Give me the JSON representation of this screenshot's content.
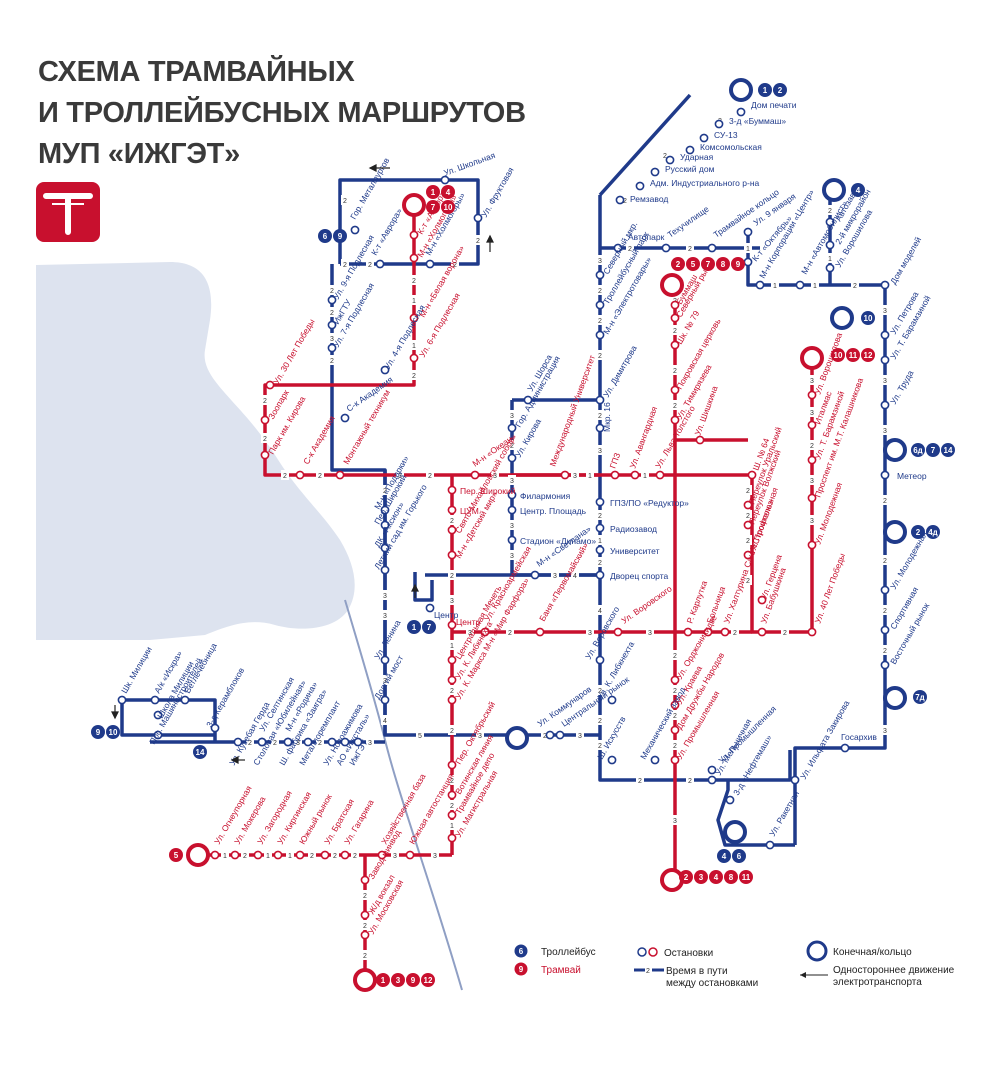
{
  "title": {
    "line1": "СХЕМА ТРАМВАЙНЫХ",
    "line2": "И ТРОЛЛЕЙБУСНЫХ МАРШРУТОВ",
    "line3": "МУП «ИЖГЭТ»"
  },
  "colors": {
    "trolleybus": "#1f3a8a",
    "tram": "#c8102e",
    "water": "#dde3ef",
    "rail": "#8f9fc4"
  },
  "logo": {
    "letter": "T"
  },
  "stops": [
    {
      "name": "Дом печати",
      "type": "blue"
    },
    {
      "name": "3-д «Буммаш»",
      "type": "blue"
    },
    {
      "name": "СУ-13",
      "type": "blue"
    },
    {
      "name": "Комсомольская",
      "type": "blue"
    },
    {
      "name": "Ударная",
      "type": "blue"
    },
    {
      "name": "Русский дом",
      "type": "blue"
    },
    {
      "name": "Адм. Индустриального р-на",
      "type": "blue"
    },
    {
      "name": "Ремзавод",
      "type": "blue"
    },
    {
      "name": "Автопарк",
      "type": "blue"
    },
    {
      "name": "Техучилище",
      "type": "blue"
    },
    {
      "name": "Трамвайное кольцо",
      "type": "blue"
    },
    {
      "name": "Ул. 9 января",
      "type": "blue"
    },
    {
      "name": "К-т «Октябрь»",
      "type": "blue"
    },
    {
      "name": "М-н Корпорации «Центр»",
      "type": "blue"
    },
    {
      "name": "М-н «Автомобилист»",
      "type": "blue"
    },
    {
      "name": "Автозавод",
      "type": "blue"
    },
    {
      "name": "2-й микрорайон",
      "type": "blue"
    },
    {
      "name": "Ул. Ворошилова",
      "type": "blue"
    },
    {
      "name": "Дом моделей",
      "type": "blue"
    },
    {
      "name": "Ул. Петрова",
      "type": "blue"
    },
    {
      "name": "Ул. Т. Барамзиной",
      "type": "blue"
    },
    {
      "name": "Ул. Труда",
      "type": "blue"
    },
    {
      "name": "Метеор",
      "type": "blue"
    },
    {
      "name": "Ул. Молодежная",
      "type": "blue"
    },
    {
      "name": "Спортивная",
      "type": "blue"
    },
    {
      "name": "Восточный рынок",
      "type": "blue"
    },
    {
      "name": "Госархив",
      "type": "blue"
    },
    {
      "name": "Ул. Ильфата Закирова",
      "type": "blue"
    },
    {
      "name": "Ул. Ракетная",
      "type": "blue"
    },
    {
      "name": "3-д «Нефтемаш»",
      "type": "blue"
    },
    {
      "name": "Ул. Мельничная",
      "type": "blue"
    },
    {
      "name": "Ул. Промышленная",
      "type": "blue"
    },
    {
      "name": "Механический завод",
      "type": "blue"
    },
    {
      "name": "Ш. Искусств",
      "type": "blue"
    },
    {
      "name": "Ул. К. Либкнехта",
      "type": "blue"
    },
    {
      "name": "Ул. Воровского",
      "type": "blue"
    },
    {
      "name": "Дворец спорта",
      "type": "blue"
    },
    {
      "name": "Университет",
      "type": "blue"
    },
    {
      "name": "Радиозавод",
      "type": "blue"
    },
    {
      "name": "ГПЗ/ПО «Редуктор»",
      "type": "blue"
    },
    {
      "name": "Мкр. 16",
      "type": "blue"
    },
    {
      "name": "Ул. Димитрова",
      "type": "blue"
    },
    {
      "name": "М-н «Электротовары»",
      "type": "blue"
    },
    {
      "name": "Троллейбусный парк",
      "type": "blue"
    },
    {
      "name": "Северный мкр.",
      "type": "blue"
    },
    {
      "name": "Ул. Школьная",
      "type": "blue"
    },
    {
      "name": "Гор. Металлургов",
      "type": "blue"
    },
    {
      "name": "Ул. Фруктовая",
      "type": "blue"
    },
    {
      "name": "К-т «Аврора»",
      "type": "blue"
    },
    {
      "name": "М-н «Холмогоры»",
      "type": "blue"
    },
    {
      "name": "Ул. 9-я Подлесная",
      "type": "blue"
    },
    {
      "name": "ИжГТУ",
      "type": "blue"
    },
    {
      "name": "Ул. 7-я Подлесная",
      "type": "blue"
    },
    {
      "name": "Ул. 4-я Подлесная",
      "type": "blue"
    },
    {
      "name": "С-к Академия",
      "type": "blue"
    },
    {
      "name": "М-н «Подарки»",
      "type": "blue"
    },
    {
      "name": "Пер. Широкий",
      "type": "blue"
    },
    {
      "name": "ДК «Аксион»",
      "type": "blue"
    },
    {
      "name": "Летний сад им. Горького",
      "type": "blue"
    },
    {
      "name": "Центр",
      "type": "blue"
    },
    {
      "name": "Ул. Ленина",
      "type": "blue"
    },
    {
      "name": "Долгий мост",
      "type": "blue"
    },
    {
      "name": "ИжГЭТ",
      "type": "blue"
    },
    {
      "name": "АО «Ижсталь»",
      "type": "blue"
    },
    {
      "name": "Ул. Новоажимова",
      "type": "blue"
    },
    {
      "name": "Металлоремплант",
      "type": "blue"
    },
    {
      "name": "Ш. фабрика «Заигра»",
      "type": "blue"
    },
    {
      "name": "Столовая «Юбилейная»",
      "type": "blue"
    },
    {
      "name": "Ул. Кузебая Герда",
      "type": "blue"
    },
    {
      "name": "3-д Керамблоков",
      "type": "blue"
    },
    {
      "name": "Ул. Селтинская",
      "type": "blue"
    },
    {
      "name": "М-н «Родина»",
      "type": "blue"
    },
    {
      "name": "Шк. Милиции",
      "type": "blue"
    },
    {
      "name": "А/к «Искра»",
      "type": "blue"
    },
    {
      "name": "Ветлечебница",
      "type": "blue"
    },
    {
      "name": "Школа Милиции",
      "type": "blue"
    },
    {
      "name": "Пос. Машиностроителей",
      "type": "blue"
    },
    {
      "name": "Ул. Шорса",
      "type": "blue"
    },
    {
      "name": "Гор. Администрация",
      "type": "blue"
    },
    {
      "name": "Ул. Кирова",
      "type": "blue"
    },
    {
      "name": "Филармония",
      "type": "blue"
    },
    {
      "name": "Центр. Площадь",
      "type": "blue"
    },
    {
      "name": "Стадион «Динамо»",
      "type": "blue"
    },
    {
      "name": "М-н «Светлана»",
      "type": "blue"
    },
    {
      "name": "Центральный рынок",
      "type": "blue"
    },
    {
      "name": "Ул. Коммунаров",
      "type": "blue"
    },
    {
      "name": "Ул. 30 Лет Победы",
      "type": "red"
    },
    {
      "name": "Зоопарк",
      "type": "red"
    },
    {
      "name": "Парк им. Кирова",
      "type": "red"
    },
    {
      "name": "С-к Академия",
      "type": "red"
    },
    {
      "name": "Монтажный техникум",
      "type": "red"
    },
    {
      "name": "К-т «Аврора»",
      "type": "red"
    },
    {
      "name": "М-н «Холмогоры»",
      "type": "red"
    },
    {
      "name": "М-н «Белая ворона»",
      "type": "red"
    },
    {
      "name": "Ул. 6-я Подлесная",
      "type": "red"
    },
    {
      "name": "М-н «Океан»",
      "type": "red"
    },
    {
      "name": "Пер. Широкий",
      "type": "red"
    },
    {
      "name": "ЦУМ",
      "type": "red"
    },
    {
      "name": "Свято-Михайловский собор",
      "type": "red"
    },
    {
      "name": "М-н «Детский мир»",
      "type": "red"
    },
    {
      "name": "Центр",
      "type": "red"
    },
    {
      "name": "Ул. Красноармейская",
      "type": "red"
    },
    {
      "name": "Баня «Первомайский»",
      "type": "red"
    },
    {
      "name": "Ул. Воровского",
      "type": "red"
    },
    {
      "name": "Р. Карлутка",
      "type": "red"
    },
    {
      "name": "Больница",
      "type": "red"
    },
    {
      "name": "Ул. Халтурина Сан. «Строитель»",
      "type": "red"
    },
    {
      "name": "Ул. Бабушкина",
      "type": "red"
    },
    {
      "name": "Ул. 40 Лет Победы",
      "type": "red"
    },
    {
      "name": "Ул. Молодежная",
      "type": "red"
    },
    {
      "name": "Проспект им. М.Т. Калашникова",
      "type": "red"
    },
    {
      "name": "Ул. Т. Барамзиной",
      "type": "red"
    },
    {
      "name": "Италмас",
      "type": "red"
    },
    {
      "name": "Ул. Ворошилова",
      "type": "red"
    },
    {
      "name": "Ш. № 64",
      "type": "red"
    },
    {
      "name": "Переулок Уральский",
      "type": "red"
    },
    {
      "name": "Переулок Волжский",
      "type": "red"
    },
    {
      "name": "Ул. Профсоюзная",
      "type": "red"
    },
    {
      "name": "Ул. Герцена",
      "type": "red"
    },
    {
      "name": "ГПЗ",
      "type": "red"
    },
    {
      "name": "Ул. Авангардная",
      "type": "red"
    },
    {
      "name": "Ул. Шишкина",
      "type": "red"
    },
    {
      "name": "Ул. Льва Толстого",
      "type": "red"
    },
    {
      "name": "Ул. Тимирязева",
      "type": "red"
    },
    {
      "name": "Покровская церковь",
      "type": "red"
    },
    {
      "name": "Шк. № 79",
      "type": "red"
    },
    {
      "name": "Северный рынок",
      "type": "red"
    },
    {
      "name": "Буммаш",
      "type": "red"
    },
    {
      "name": "Международный Университет",
      "type": "red"
    },
    {
      "name": "Центральная Мечеть",
      "type": "red"
    },
    {
      "name": "Ул. К. Либкнехта",
      "type": "red"
    },
    {
      "name": "Ул. К. Маркса М-н «Мир Фарфора»",
      "type": "red"
    },
    {
      "name": "Пер. Октябрьский",
      "type": "red"
    },
    {
      "name": "Вотинская линия",
      "type": "red"
    },
    {
      "name": "Трамвайное депо",
      "type": "red"
    },
    {
      "name": "Ул. Магистральная",
      "type": "red"
    },
    {
      "name": "Ул. Орджоникидзе",
      "type": "red"
    },
    {
      "name": "Ул. Краева",
      "type": "red"
    },
    {
      "name": "Дом Дружбы Народов",
      "type": "red"
    },
    {
      "name": "Ул. Промышленная",
      "type": "red"
    },
    {
      "name": "Ул. Огнеупорная",
      "type": "red"
    },
    {
      "name": "Ул. Мокерова",
      "type": "red"
    },
    {
      "name": "Ул. Загородная",
      "type": "red"
    },
    {
      "name": "Ул. Киргинская",
      "type": "red"
    },
    {
      "name": "Южный рынок",
      "type": "red"
    },
    {
      "name": "Ул. Братская",
      "type": "red"
    },
    {
      "name": "Ул. Гагарина",
      "type": "red"
    },
    {
      "name": "Хозяйственная база",
      "type": "red"
    },
    {
      "name": "Южная автостанция",
      "type": "red"
    },
    {
      "name": "Завод минвод",
      "type": "red"
    },
    {
      "name": "Ж/д вокзал",
      "type": "red"
    },
    {
      "name": "Ул. Московская",
      "type": "red"
    }
  ],
  "badges": [
    {
      "routes": [
        "1",
        "2"
      ],
      "color": "blue"
    },
    {
      "routes": [
        "4"
      ],
      "color": "blue"
    },
    {
      "routes": [
        "10"
      ],
      "color": "blue"
    },
    {
      "routes": [
        "6",
        "9"
      ],
      "color": "blue"
    },
    {
      "routes": [
        "1",
        "4",
        "7",
        "10"
      ],
      "color": "red"
    },
    {
      "routes": [
        "2",
        "5",
        "7",
        "8",
        "9"
      ],
      "color": "red"
    },
    {
      "routes": [
        "10",
        "11",
        "12"
      ],
      "color": "red"
    },
    {
      "routes": [
        "6д",
        "7",
        "14"
      ],
      "color": "blue"
    },
    {
      "routes": [
        "2",
        "4д"
      ],
      "color": "blue"
    },
    {
      "routes": [
        "7д"
      ],
      "color": "blue"
    },
    {
      "routes": [
        "1",
        "7"
      ],
      "color": "blue"
    },
    {
      "routes": [
        "9",
        "10"
      ],
      "color": "blue"
    },
    {
      "routes": [
        "14"
      ],
      "color": "blue"
    },
    {
      "routes": [
        "4",
        "6"
      ],
      "color": "blue"
    },
    {
      "routes": [
        "2",
        "3",
        "4",
        "8",
        "11"
      ],
      "color": "red"
    },
    {
      "routes": [
        "5"
      ],
      "color": "red"
    },
    {
      "routes": [
        "1",
        "3",
        "9",
        "12"
      ],
      "color": "red"
    }
  ],
  "legend": {
    "trolleybus_num": "6",
    "trolleybus_label": "Троллейбус",
    "tram_num": "9",
    "tram_label": "Трамвай",
    "stops_label": "Остановки",
    "time_num": "2",
    "time_label_1": "Время в пути",
    "time_label_2": "между остановками",
    "terminal_label": "Конечная/кольцо",
    "oneway_label_1": "Одностороннее движение",
    "oneway_label_2": "электротранспорта"
  }
}
